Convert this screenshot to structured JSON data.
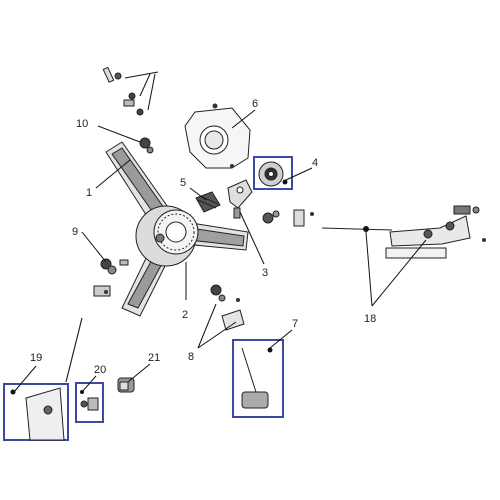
{
  "callouts": {
    "n1": "1",
    "n2": "2",
    "n3": "3",
    "n4": "4",
    "n5": "5",
    "n6": "6",
    "n7": "7",
    "n8": "8",
    "n9": "9",
    "n10": "10",
    "n18": "18",
    "n19": "19",
    "n20": "20",
    "n21": "21"
  },
  "colors": {
    "highlight_box": "#3d4aa0",
    "line": "#111111",
    "part_dark": "#333333",
    "part_mid": "#9a9a9a",
    "part_light": "#e6e6e6"
  }
}
